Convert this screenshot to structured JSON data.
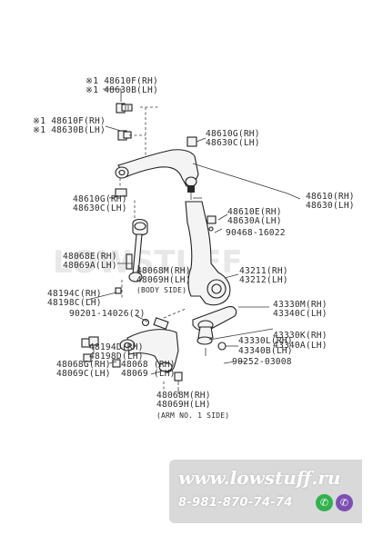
{
  "watermark": {
    "text": "LOWSTUFF"
  },
  "labels": {
    "l1": "※1  48610F(RH)",
    "l2": "※1  48630B(LH)",
    "l3": "※1  48610F(RH)",
    "l4": "※1  48630B(LH)",
    "l5": "48610G(RH)",
    "l6": "48630C(LH)",
    "l7": "48610G(RH)",
    "l8": "48630C(LH)",
    "l9": "48610(RH)",
    "l10": "48630(LH)",
    "l11": "48610E(RH)",
    "l12": "48630A(LH)",
    "l13": "90468-16022",
    "l14": "48068E(RH)",
    "l15": "48069A(LH)",
    "l16": "48068M(RH)",
    "l17": "48069H(LH)",
    "l18": "(BODY SIDE)",
    "l19": "43211(RH)",
    "l20": "43212(LH)",
    "l21": "48194C(RH)",
    "l22": "48198C(LH)",
    "l23": "43330M(RH)",
    "l24": "43340C(LH)",
    "l25": "90201-14026(2)",
    "l26": "48194D(RH)",
    "l27": "48198D(LH)",
    "l28": "43330L(RH)",
    "l29": "43340B(LH)",
    "l30": "43330K(RH)",
    "l31": "43340A(LH)",
    "l32": "48068G(RH)",
    "l33": "48069C(LH)",
    "l34": "48068 (RH)",
    "l35": "48069 (LH)",
    "l36": "90252-03008",
    "l37": "48068M(RH)",
    "l38": "48069H(LH)",
    "l39": "(ARM NO. 1 SIDE)"
  },
  "banner": {
    "site": "www.lowstuff.ru",
    "phone": "8-981-870-74-74",
    "whatsapp_glyph": "✆",
    "viber_glyph": "✆"
  }
}
